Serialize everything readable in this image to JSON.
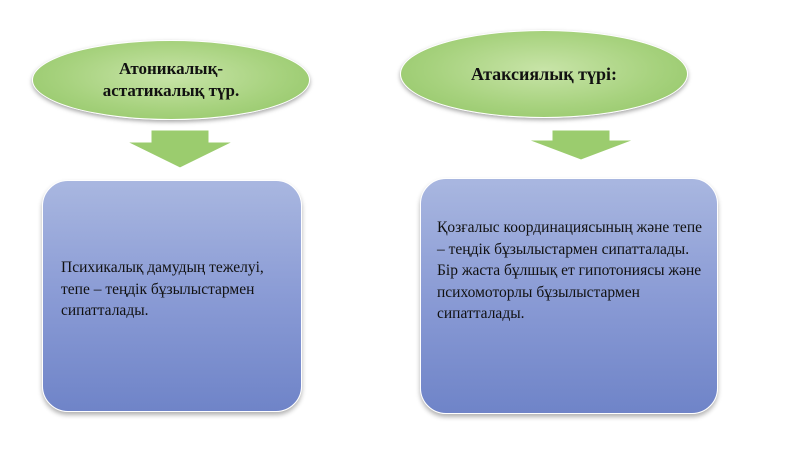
{
  "left": {
    "title": "Атоникалық-\nастатикалық түр.",
    "description": "Психикалық дамудың тежелуі, тепе – теңдік бұзылыстармен сипатталады."
  },
  "right": {
    "title": "Атаксиялық түрі:",
    "description": "Қозғалыс координациясының және тепе – теңдік бұзылыстармен сипатталады. Бір жаста бұлшық ет гипотониясы және психомоторлы бұзылыстармен сипатталады."
  },
  "colors": {
    "ellipse_fill": "#a7d27e",
    "arrow_fill": "#9bcc6e",
    "box_fill": "#8a9bd5",
    "outline": "#ffffff"
  }
}
